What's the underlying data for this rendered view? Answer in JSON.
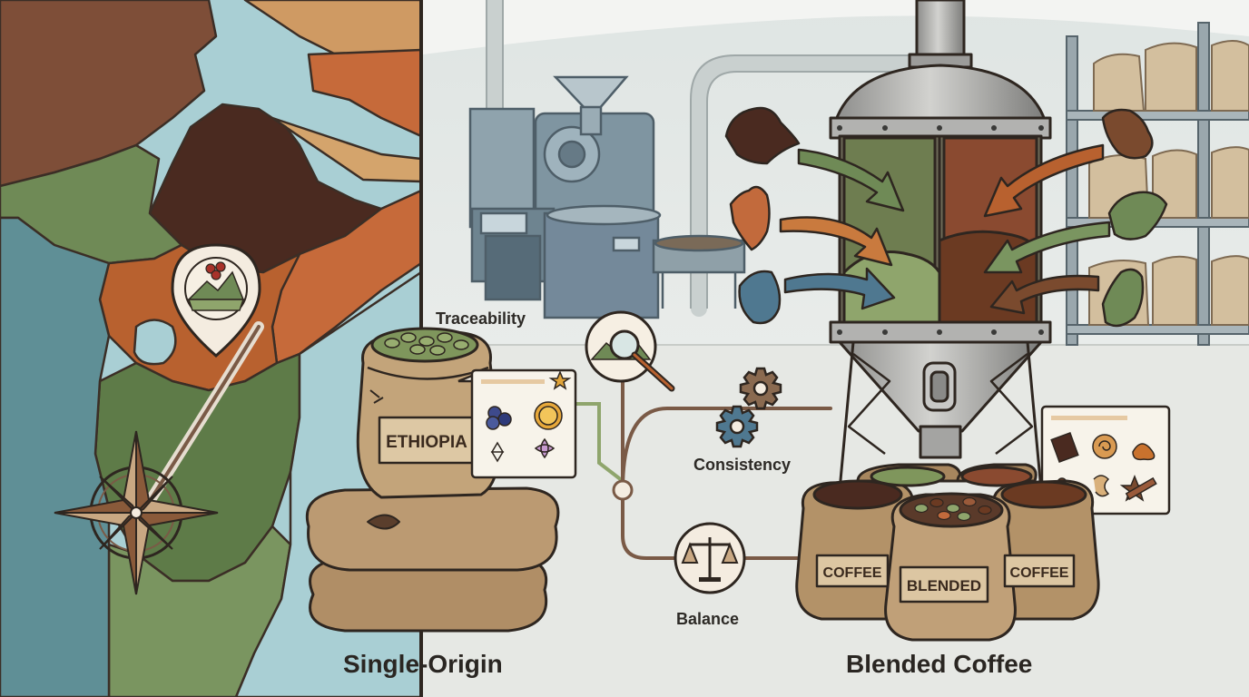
{
  "labels": {
    "traceability": "Traceability",
    "consistency": "Consistency",
    "balance": "Balance",
    "single_origin": "Single-Origin",
    "blended_coffee": "Blended Coffee"
  },
  "sacks": {
    "origin_sack": "ETHIOPIA",
    "left_blend_sack": "COFFEE",
    "center_blend_sack": "BLENDED",
    "right_blend_sack": "COFFEE"
  },
  "colors": {
    "ocean": "#a9cfd4",
    "land_green": "#6f8a56",
    "land_brown": "#8a5a3a",
    "land_dark": "#4a2a20",
    "land_orange": "#c26a3c",
    "burlap": "#b89870",
    "steel": "#a8a8a6",
    "outline": "#2e2620"
  },
  "icons": [
    "compass-rose-icon",
    "map-pin-icon",
    "magnifier-icon",
    "gear-icon",
    "scales-icon",
    "flavor-card-icon",
    "tasting-card-icon"
  ]
}
